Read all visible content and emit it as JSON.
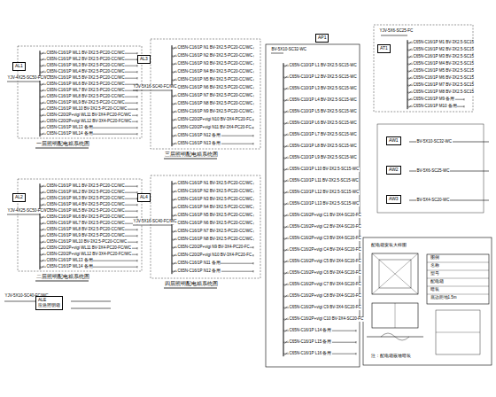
{
  "diagram": {
    "nodes": [
      {
        "text": [
          "AL1"
        ]
      },
      {
        "text": [
          "AL2"
        ]
      },
      {
        "text": [
          "AL3"
        ]
      },
      {
        "text": [
          "AL4"
        ]
      },
      {
        "text": [
          "AP1"
        ]
      },
      {
        "text": [
          "AT1"
        ]
      },
      {
        "text": [
          "ALE",
          "应急照明箱"
        ]
      },
      {
        "text": [
          "AW1"
        ]
      },
      {
        "text": [
          "AW2"
        ]
      },
      {
        "text": [
          "AW3"
        ]
      }
    ],
    "labels": [
      "YJV-4X25-SC50-FC/WC",
      "C65N-C16/1P WL1 BV-3X2.5-PC20-CC/WC",
      "C65N-C16/1P WL2 BV-3X2.5-PC20-CC/WC",
      "C65N-C16/1P WL3 BV-3X2.5-PC20-CC/WC",
      "C65N-C16/1P WL4 BV-3X2.5-PC20-CC/WC",
      "C65N-C16/1P WL5 BV-3X2.5-PC20-CC/WC",
      "C65N-C16/1P WL6 BV-3X2.5-PC20-CC/WC",
      "C65N-C16/1P WL7 BV-3X2.5-PC20-CC/WC",
      "C65N-C16/1P WL8 BV-3X2.5-PC20-CC/WC",
      "C65N-C16/1P WL9 BV-3X2.5-PC20-CC/WC",
      "C65N-C16/1P WL10 BV-3X2.5-PC20-CC/WC",
      "C65N-C20/2P+vigi WL11 BV-3X4-PC20-FC/WC",
      "C65N-C20/2P+vigi WL12 BV-3X4-PC20-FC/WC",
      "C65N-C16/1P WL13 备用",
      "C65N-C16/1P WL14 备用",
      "一层照明配电箱系统图",
      "YJV-4X25-SC50-FC/WC",
      "C65N-C16/1P WL1 BV-3X2.5-PC20-CC/WC",
      "C65N-C16/1P WL2 BV-3X2.5-PC20-CC/WC",
      "C65N-C16/1P WL3 BV-3X2.5-PC20-CC/WC",
      "C65N-C16/1P WL4 BV-3X2.5-PC20-CC/WC",
      "C65N-C16/1P WL5 BV-3X2.5-PC20-CC/WC",
      "C65N-C16/1P WL6 BV-3X2.5-PC20-CC/WC",
      "C65N-C16/1P WL7 BV-3X2.5-PC20-CC/WC",
      "C65N-C16/1P WL8 BV-3X2.5-PC20-CC/WC",
      "C65N-C16/1P WL9 BV-3X2.5-PC20-CC/WC",
      "C65N-C16/1P WL10 BV-3X2.5-PC20-CC/WC",
      "C65N-C20/2P+vigi WL11 BV-3X4-PC20-FC/WC",
      "C65N-C20/2P+vigi WL12 BV-3X4-PC20-FC/WC",
      "C65N-C16/1P WL13 备用",
      "C65N-C16/1P WL14 备用",
      "二层照明配电箱系统图",
      "YJV-5X10-SC40-FC/WC",
      "YJV-5X16-SC40-FC/WC",
      "C65N-C16/1P N1 BV-3X2.5-PC20-CC/WC",
      "C65N-C16/1P N2 BV-3X2.5-PC20-CC/WC",
      "C65N-C16/1P N3 BV-3X2.5-PC20-CC/WC",
      "C65N-C16/1P N4 BV-3X2.5-PC20-CC/WC",
      "C65N-C16/1P N5 BV-3X2.5-PC20-CC/WC",
      "C65N-C16/1P N6 BV-3X2.5-PC20-CC/WC",
      "C65N-C16/1P N7 BV-3X2.5-PC20-CC/WC",
      "C65N-C16/1P N8 BV-3X2.5-PC20-CC/WC",
      "C65N-C16/1P N9 BV-3X2.5-PC20-CC/WC",
      "C65N-C20/2P+vigi N10 BV-3X4-PC20-FC",
      "C65N-C20/2P+vigi N11 BV-3X4-PC20-FC",
      "C65N-C16/1P N12 备用",
      "C65N-C16/1P N13 备用",
      "三层照明配电箱系统图",
      "YJV-5X16-SC40-FC/WC",
      "C65N-C16/1P N1 BV-3X2.5-PC20-CC/WC",
      "C65N-C16/1P N2 BV-3X2.5-PC20-CC/WC",
      "C65N-C16/1P N3 BV-3X2.5-PC20-CC/WC",
      "C65N-C16/1P N4 BV-3X2.5-PC20-CC/WC",
      "C65N-C16/1P N5 BV-3X2.5-PC20-CC/WC",
      "C65N-C16/1P N6 BV-3X2.5-PC20-CC/WC",
      "C65N-C16/1P N7 BV-3X2.5-PC20-CC/WC",
      "C65N-C16/1P N8 BV-3X2.5-PC20-CC/WC",
      "C65N-C20/2P+vigi N9 BV-3X4-PC20-FC",
      "C65N-C20/2P+vigi N10 BV-3X4-PC20-FC",
      "C65N-C16/1P N11 备用",
      "C65N-C16/1P N12 备用",
      "四层照明配电箱系统图",
      "BV-5X10-SC32-WC",
      "C65N-C10/1P L1 BV-3X2.5-SC15-WC",
      "C65N-C10/1P L2 BV-3X2.5-SC15-WC",
      "C65N-C10/1P L3 BV-3X2.5-SC15-WC",
      "C65N-C10/1P L4 BV-3X2.5-SC15-WC",
      "C65N-C10/1P L5 BV-3X2.5-SC15-WC",
      "C65N-C10/1P L6 BV-3X2.5-SC15-WC",
      "C65N-C10/1P L7 BV-3X2.5-SC15-WC",
      "C65N-C10/1P L8 BV-3X2.5-SC15-WC",
      "C65N-C10/1P L9 BV-3X2.5-SC15-WC",
      "C65N-C10/1P L10 BV-3X2.5-SC15-WC",
      "C65N-C10/1P L11 BV-3X2.5-SC15-WC",
      "C65N-C10/1P L12 BV-3X2.5-SC15-WC",
      "C65N-C10/1P L13 BV-3X2.5-SC15-WC",
      "C65N-C16/2P+vigi C1 BV-3X4-SC20-FC",
      "C65N-C16/2P+vigi C2 BV-3X4-SC20-FC",
      "C65N-C16/2P+vigi C3 BV-3X4-SC20-FC",
      "C65N-C16/2P+vigi C4 BV-3X4-SC20-FC",
      "C65N-C16/2P+vigi C5 BV-3X4-SC20-FC",
      "C65N-C16/2P+vigi C6 BV-3X4-SC20-FC",
      "C65N-C16/2P+vigi C7 BV-3X4-SC20-FC",
      "C65N-C16/2P+vigi C8 BV-3X4-SC20-FC",
      "C65N-C16/2P+vigi C9 BV-3X4-SC20-FC",
      "C65N-C16/2P+vigi C10 BV-3X4-SC20-FC",
      "C65N-C16/1P L14 备用",
      "C65N-C16/1P L15 备用",
      "C65N-C16/1P L16 备用",
      "YJV-5X6-SC25-FC",
      "C65N-C16/1P M1 BV-3X2.5-SC15",
      "C65N-C16/1P M2 BV-3X2.5-SC15",
      "C65N-C16/1P M3 BV-3X2.5-SC15",
      "C65N-C16/1P M4 BV-3X2.5-SC15",
      "C65N-C16/1P M5 BV-3X2.5-SC15",
      "C65N-C16/1P M6 BV-3X2.5-SC15",
      "C65N-C16/1P M7 BV-3X2.5-SC15",
      "C65N-C16/1P M8 BV-3X2.5-SC15",
      "C65N-C16/1P M9 备用",
      "C65N-C16/1P M10 备用",
      "BV-5X10-SC32-WC",
      "BV-5X6-SC25-WC",
      "BV-5X4-SC20-WC",
      "配电箱安装大样图",
      "图例",
      "名称",
      "型号",
      "配电箱",
      "暗装",
      "底边距地1.5m",
      "注：配电箱嵌墙暗装"
    ]
  }
}
